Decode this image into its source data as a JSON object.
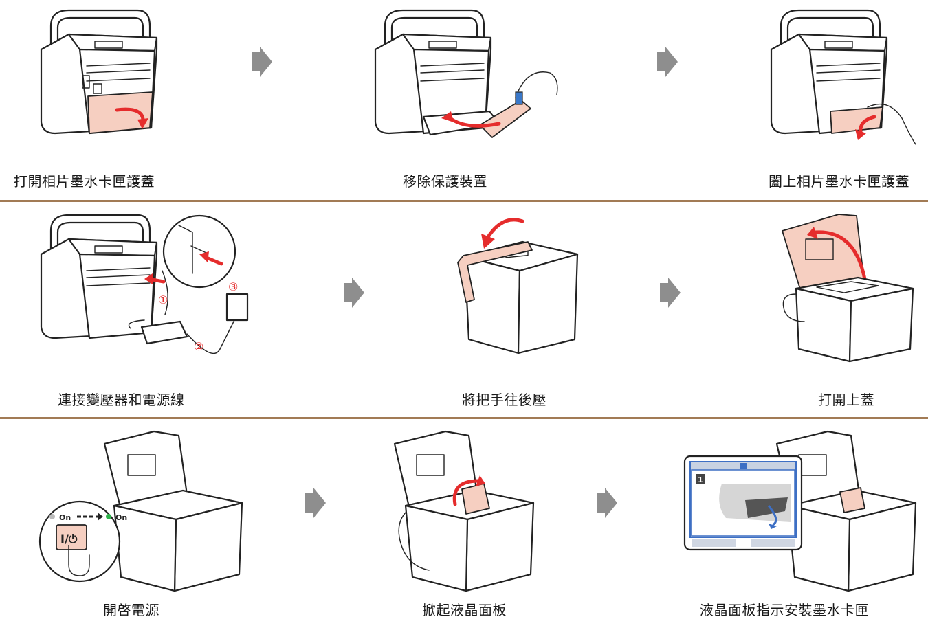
{
  "colors": {
    "divider": "#a27b55",
    "accent_red": "#e52c2c",
    "highlight": "#f6cfc1",
    "arrow_gray": "#8e8e8e",
    "led_green": "#2db34a"
  },
  "rows": [
    {
      "steps": [
        {
          "caption": "打開相片墨水卡匣護蓋",
          "icon": "printer-rear-cover-open-icon"
        },
        {
          "caption": "移除保護裝置",
          "icon": "remove-protective-material-icon"
        },
        {
          "caption": "闔上相片墨水卡匣護蓋",
          "icon": "printer-rear-cover-close-icon"
        }
      ]
    },
    {
      "steps": [
        {
          "caption": "連接變壓器和電源線",
          "icon": "power-adapter-connect-icon",
          "callouts": [
            "①",
            "②",
            "③"
          ]
        },
        {
          "caption": "將把手往後壓",
          "icon": "handle-push-back-icon"
        },
        {
          "caption": "打開上蓋",
          "icon": "open-top-cover-icon"
        }
      ]
    },
    {
      "steps": [
        {
          "caption": "開啓電源",
          "icon": "power-on-icon",
          "led_from": "On",
          "led_to": "On",
          "button_glyph": "I/⏻"
        },
        {
          "caption": "掀起液晶面板",
          "icon": "lift-lcd-panel-icon"
        },
        {
          "caption": "液晶面板指示安裝墨水卡匣",
          "icon": "lcd-install-cartridge-icon",
          "lcd_step": "1"
        }
      ]
    }
  ]
}
